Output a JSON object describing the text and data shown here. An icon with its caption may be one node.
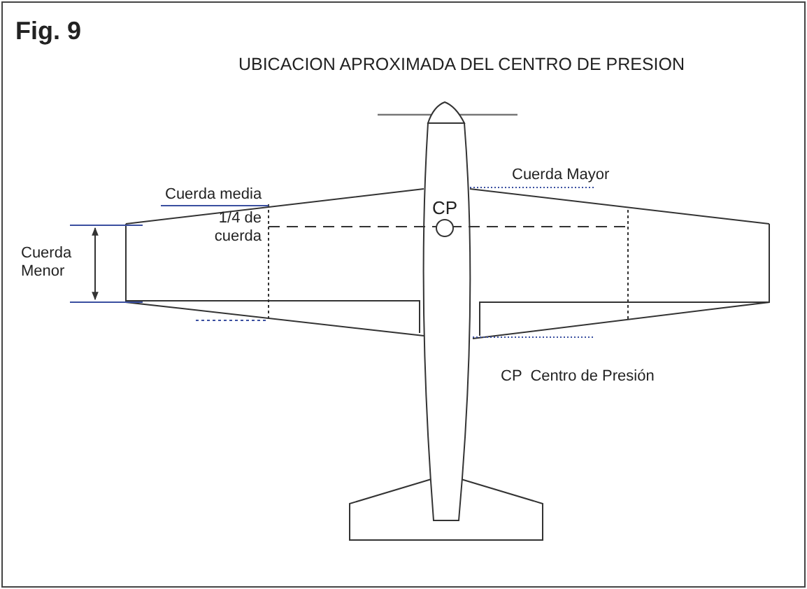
{
  "diagram": {
    "title": "UBICACION APROXIMADA DEL CENTRO DE PRESION",
    "labels": [
      "Fig. 9",
      "Cuerda media",
      "Cuerda Mayor",
      "CP",
      "Cuerda Menor",
      "1/4 de cuerda",
      "CP  Centro de Presión"
    ]
  }
}
